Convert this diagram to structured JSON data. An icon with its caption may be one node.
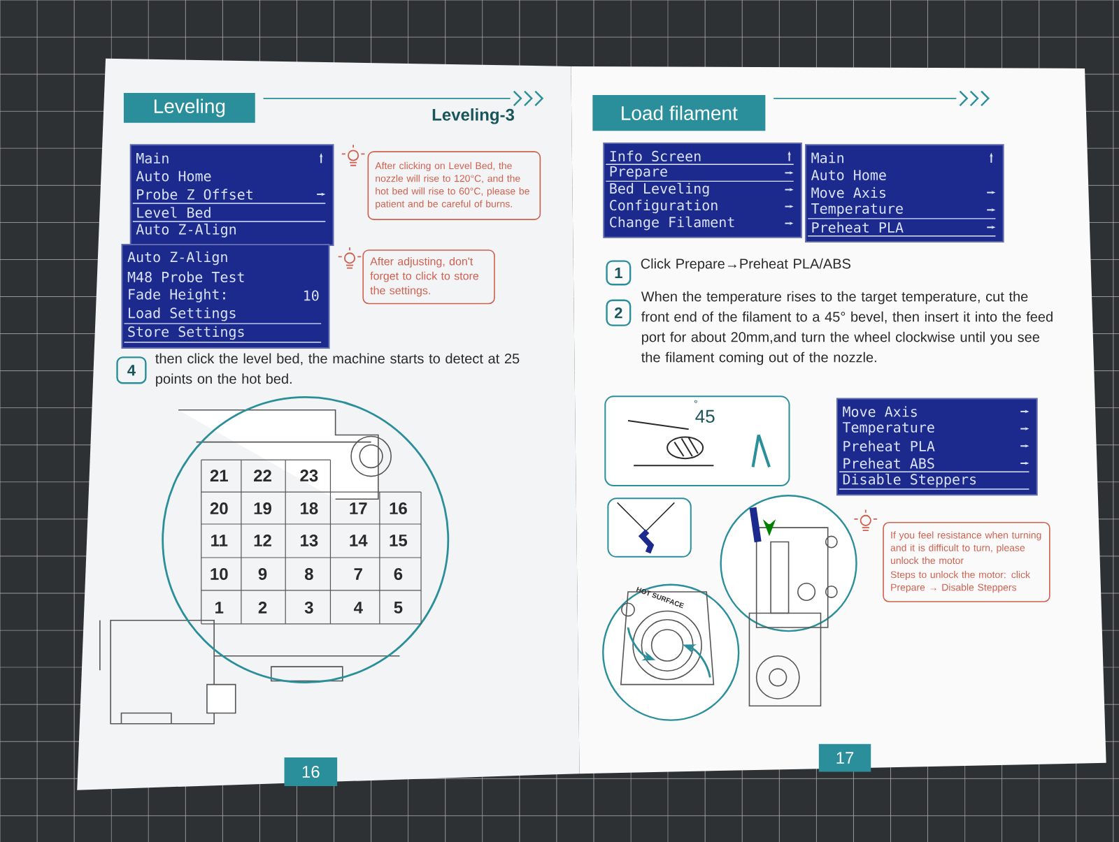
{
  "diagram": {
    "nodes": [
      {
        "text": [
          "Leveling"
        ]
      },
      {
        "text": [
          "Main",
          "Auto Home",
          "Probe Z Offset",
          "Level Bed",
          "Auto Z-Align"
        ]
      },
      {
        "text": [
          "After clicking on Level Bed, the nozzle will rise to 120°C, and the hot bed will rise to 60°C, please be patient and be careful of burns."
        ]
      },
      {
        "text": [
          "Auto Z-Align",
          "M48 Probe Test",
          "Fade Height:",
          "10",
          "Load Settings",
          "Store Settings"
        ]
      },
      {
        "text": [
          "After adjusting, don't forget to click to store the settings."
        ]
      },
      {
        "text": [
          "4"
        ],
        "beside": [
          "then click the level bed, the machine starts to detect at 25 points on the hot bed."
        ]
      },
      {
        "text": [
          "16"
        ]
      },
      {
        "text": [
          "Load filament"
        ]
      },
      {
        "text": [
          "Info Screen",
          "Prepare",
          "Bed Leveling",
          "Configuration",
          "Change Filament"
        ]
      },
      {
        "text": [
          "Main",
          "Auto Home",
          "Move Axis",
          "Temperature",
          "Preheat PLA"
        ]
      },
      {
        "text": [
          "1"
        ],
        "beside": [
          "Click Prepare→Preheat PLA/ABS"
        ]
      },
      {
        "text": [
          "2"
        ],
        "beside": [
          "When the temperature rises to the target temperature, cut the front end of the filament to a 45° bevel, then insert it into the feed port for about 20mm,and turn the wheel clockwise until you see the filament coming out of the nozzle."
        ]
      },
      {
        "text": [
          "°",
          "45"
        ]
      },
      {
        "text": [],
        "shape": "box"
      },
      {
        "text": [
          "Move Axis",
          "Temperature",
          "Preheat PLA",
          "Preheat ABS",
          "Disable Steppers"
        ]
      },
      {
        "text": [
          "If you feel resistance when turning and it is difficult to turn, please unlock the motor",
          "Steps to unlock the motor: click Prepare → Disable Steppers"
        ]
      },
      {
        "text": [
          "17"
        ]
      }
    ],
    "labels": [
      "Leveling-3",
      "21",
      "22",
      "23",
      "20",
      "19",
      "18",
      "17",
      "16",
      "11",
      "12",
      "13",
      "14",
      "15",
      "10",
      "9",
      "8",
      "7",
      "6",
      "1",
      "2",
      "3",
      "4",
      "5",
      "HOT SURFACE"
    ]
  }
}
